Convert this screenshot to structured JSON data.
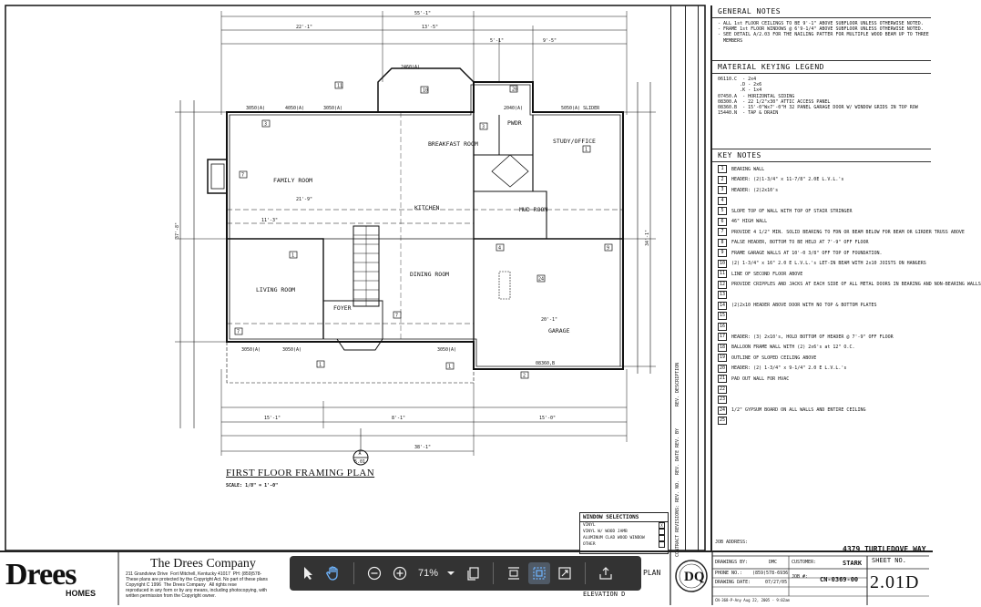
{
  "plan": {
    "title": "FIRST FLOOR FRAMING PLAN",
    "scale": "SCALE: 1/8\" = 1'-0\"",
    "rooms": {
      "family_room": "FAMILY ROOM",
      "breakfast_room": "BREAKFAST ROOM",
      "kitchen": "KITCHEN",
      "pwdr": "PWDR",
      "study": "STUDY/OFFICE",
      "mud_room": "MUD ROOM",
      "dining_room": "DINING ROOM",
      "living_room": "LIVING ROOM",
      "foyer": "FOYER",
      "garage": "GARAGE"
    },
    "dimensions": {
      "top_overall": "55'-1\"",
      "top_a": "22'-1\"",
      "top_b": "13'-5\"",
      "top_c": "5'-1\"",
      "top_d": "9'-5\"",
      "bottom_overall": "38'-1\"",
      "bottom_a": "15'-1\"",
      "bottom_b": "8'-1\"",
      "bottom_c": "15'-0\"",
      "left_overall": "37'-8\"",
      "right_overall": "34'-1\"",
      "family_w": "21'-9\"",
      "living_w": "11'-3\"",
      "garage_w": "20'-1\""
    },
    "headers": {
      "h1": "3050(A)",
      "h2": "4050(A)",
      "h3": "3050(A)",
      "h4": "2460(A)",
      "h5": "2040(A)",
      "h6": "5050(A) SLIDER",
      "h7": "3050(A)",
      "h8": "3050(A)",
      "h9": "3050(A)",
      "h10": "08360,B"
    },
    "section_marker_top": "A",
    "section_marker_bottom": "5.01"
  },
  "general_notes": {
    "title": "GENERAL NOTES",
    "lines": [
      "- ALL 1st FLOOR CEILINGS TO BE 9'-1\" ABOVE SUBFLOOR UNLESS OTHERWISE NOTED.",
      "- FRAME 1st FLOOR WINDOWS @ 6'9-1/4\" ABOVE SUBFLOOR UNLESS OTHERWISE NOTED.",
      "- SEE DETAIL A/2.03 FOR THE NAILING PATTER FOR MULTIPLE WOOD BEAM UP TO THREE",
      "  MEMBERS"
    ]
  },
  "material_legend": {
    "title": "MATERIAL KEYING LEGEND",
    "lines": [
      "06110.C  - 2x4",
      "        .D - 2x6",
      "        .K - 1x4",
      "",
      "",
      "",
      "07450.A  - HORIZONTAL SIDING",
      "08300.A  - 22 1/2\"x30\" ATTIC ACCESS PANEL",
      "08360.B  - 15'-0\"Wx7'-0\"H 32 PANEL GARAGE DOOR W/ WINDOW GRIDS IN TOP ROW",
      "15440.N  - TAP & DRAIN"
    ]
  },
  "key_notes": {
    "title": "KEY NOTES",
    "items": [
      {
        "n": "1",
        "t": "BEARING WALL"
      },
      {
        "n": "2",
        "t": "HEADER: (2)1-3/4\" x 11-7/8\" 2.0E L.V.L.'s"
      },
      {
        "n": "3",
        "t": "HEADER: (2)2x10's"
      },
      {
        "n": "4",
        "t": ""
      },
      {
        "n": "5",
        "t": "SLOPE TOP OF WALL WITH TOP OF STAIR STRINGER"
      },
      {
        "n": "6",
        "t": "46\" HIGH WALL"
      },
      {
        "n": "7",
        "t": "PROVIDE 4 1/2\" MIN. SOLID BEARING TO FDN OR BEAM BELOW FOR BEAM OR GIRDER TRUSS ABOVE"
      },
      {
        "n": "8",
        "t": "FALSE HEADER, BOTTOM TO BE HELD AT 7'-9\" OFF FLOOR"
      },
      {
        "n": "9",
        "t": "FRAME GARAGE WALLS AT 10'-0 3/8\" OFF TOP OF FOUNDATION."
      },
      {
        "n": "10",
        "t": "(2) 1-3/4\" x 16\" 2.0 E L.V.L.'s LET-IN BEAM WITH 2x10 JOISTS ON HANGERS"
      },
      {
        "n": "11",
        "t": "LINE OF SECOND FLOOR ABOVE"
      },
      {
        "n": "12",
        "t": "PROVIDE CRIPPLES AND JACKS AT EACH SIDE OF ALL METAL DOORS IN BEARING AND NON-BEARING WALLS"
      },
      {
        "n": "13",
        "t": ""
      },
      {
        "n": "14",
        "t": "(2)2x10 HEADER ABOVE DOOR WITH NO TOP & BOTTOM PLATES"
      },
      {
        "n": "15",
        "t": ""
      },
      {
        "n": "16",
        "t": ""
      },
      {
        "n": "17",
        "t": "HEADER: (3) 2x10's, HOLD BOTTOM OF HEADER @ 7'-9\" OFF FLOOR"
      },
      {
        "n": "18",
        "t": "BALLOON FRAME WALL WITH (2) 2x6's at 12\" O.C."
      },
      {
        "n": "19",
        "t": "OUTLINE OF SLOPED CEILING ABOVE"
      },
      {
        "n": "20",
        "t": "HEADER: (2) 1-3/4\" x 9-1/4\" 2.0 E L.V.L.'s"
      },
      {
        "n": "21",
        "t": "PAD OUT WALL FOR HVAC"
      },
      {
        "n": "22",
        "t": ""
      },
      {
        "n": "23",
        "t": ""
      },
      {
        "n": "24",
        "t": "1/2\" GYPSUM BOARD ON ALL WALLS AND ENTIRE CEILING"
      },
      {
        "n": "25",
        "t": ""
      }
    ]
  },
  "window_selections": {
    "title": "WINDOW SELECTIONS",
    "rows": [
      {
        "label": "VINYL",
        "mark": "X"
      },
      {
        "label": "VINYL W/ WOOD JAMB",
        "mark": ""
      },
      {
        "label": "ALUMINUM CLAD WOOD WINDOW",
        "mark": ""
      },
      {
        "label": "OTHER",
        "mark": ""
      }
    ]
  },
  "revision_strip": {
    "rev_description": "REV. DESCRIPTION",
    "rev_by": "REV. BY",
    "rev_date": "REV. DATE",
    "rev_no": "REV. NO.",
    "contract_revisions": "CONTRACT REVISIONS:"
  },
  "title_block": {
    "logo_main": "Drees",
    "logo_sub": "HOMES",
    "company": "The Drees Company",
    "company_lines": "211 Grandview Drive  Fort Mitchell, Kentucky 41017  PH: (859)578-\nThese plans are protected by the Copyright Act. No part of these plans\nCopyright C 1996  The Drees Company   All rights rese\nreproduced in any form or by any means, including photocopying, with\nwritten permission from the Copyright owner.",
    "plan_label": "PLAN",
    "elevation_label": "ELEVATION D",
    "job_address_label": "JOB ADDRESS:",
    "job_address": "4379 TURTLEDOVE WAY",
    "sheet_no_label": "SHEET NO.",
    "sheet_no": "2.01D",
    "drawings_by_label": "DRAWINGS BY:",
    "drawings_by": "DMC",
    "phone_label": "PHONE NO.:",
    "phone": "(859)578-6936",
    "drawing_date_label": "DRAWING DATE:",
    "drawing_date": "07/27/05",
    "customer_label": "CUSTOMER:",
    "customer": "STARK",
    "job_label": "JOB #:",
    "job_no": "CN-0369-00",
    "footer_line": "CN-368-P-Any Aug 22, 2005 - 9:02am"
  },
  "toolbar": {
    "zoom": "71%"
  }
}
